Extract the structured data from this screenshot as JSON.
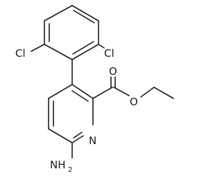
{
  "molecule": {
    "atoms": {
      "cl_left": "Cl",
      "cl_right": "Cl",
      "carbonyl_o": "O",
      "ester_o": "O",
      "ring_n": "N",
      "amine_main": "NH",
      "amine_sub": "2"
    }
  }
}
